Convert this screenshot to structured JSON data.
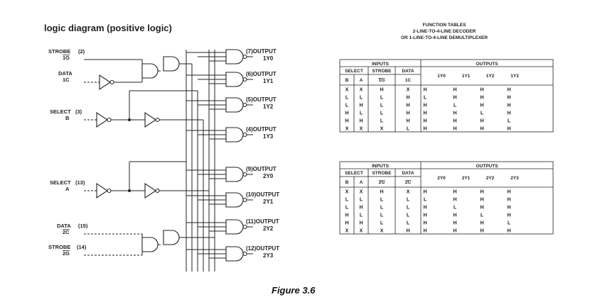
{
  "header": "logic diagram (positive logic)",
  "figure_caption": "Figure 3.6",
  "inputs": {
    "strobe1": {
      "name": "STROBE",
      "pin": "(2)",
      "sig": "1G"
    },
    "data1": {
      "name": "DATA",
      "sig": "1C"
    },
    "selectB": {
      "name": "SELECT",
      "pin": "(3)",
      "sig": "B"
    },
    "selectA": {
      "name": "SELECT",
      "pin": "(13)",
      "sig": "A"
    },
    "data2": {
      "name": "DATA",
      "pin": "(15)",
      "sig": "2C"
    },
    "strobe2": {
      "name": "STROBE",
      "pin": "(14)",
      "sig": "2G"
    }
  },
  "outputs": [
    {
      "pin": "(7)",
      "label": "OUTPUT",
      "sig": "1Y0"
    },
    {
      "pin": "(6)",
      "label": "OUTPUT",
      "sig": "1Y1"
    },
    {
      "pin": "(5)",
      "label": "OUTPUT",
      "sig": "1Y2"
    },
    {
      "pin": "(4)",
      "label": "OUTPUT",
      "sig": "1Y3"
    },
    {
      "pin": "(9)",
      "label": "OUTPUT",
      "sig": "2Y0"
    },
    {
      "pin": "(10)",
      "label": "OUTPUT",
      "sig": "2Y1"
    },
    {
      "pin": "(11)",
      "label": "OUTPUT",
      "sig": "2Y2"
    },
    {
      "pin": "(12)",
      "label": "OUTPUT",
      "sig": "2Y3"
    }
  ],
  "function_tables": {
    "title_lines": [
      "FUNCTION TABLES",
      "2-LINE-TO-4-LINE DECODER",
      "OR 1-LINE-TO-4-LINE DEMULTIPLEXER"
    ],
    "group_inputs": "INPUTS",
    "group_outputs": "OUTPUTS",
    "select": "SELECT",
    "strobe": "STROBE",
    "data": "DATA",
    "b": "B",
    "a": "A",
    "tables": [
      {
        "strobe_sig": "1G",
        "data_sig": "1C",
        "out_heads": [
          "1Y0",
          "1Y1",
          "1Y2",
          "1Y3"
        ],
        "rows": [
          [
            "X",
            "X",
            "H",
            "X",
            "H",
            "H",
            "H",
            "H"
          ],
          [
            "L",
            "L",
            "L",
            "H",
            "L",
            "H",
            "H",
            "H"
          ],
          [
            "L",
            "H",
            "L",
            "H",
            "H",
            "L",
            "H",
            "H"
          ],
          [
            "H",
            "L",
            "L",
            "H",
            "H",
            "H",
            "L",
            "H"
          ],
          [
            "H",
            "H",
            "L",
            "H",
            "H",
            "H",
            "H",
            "L"
          ],
          [
            "X",
            "X",
            "X",
            "L",
            "H",
            "H",
            "H",
            "H"
          ]
        ]
      },
      {
        "strobe_sig": "2G",
        "data_sig": "2C",
        "out_heads": [
          "2Y0",
          "2Y1",
          "2Y2",
          "2Y3"
        ],
        "rows": [
          [
            "X",
            "X",
            "H",
            "X",
            "H",
            "H",
            "H",
            "H"
          ],
          [
            "L",
            "L",
            "L",
            "L",
            "L",
            "H",
            "H",
            "H"
          ],
          [
            "L",
            "H",
            "L",
            "L",
            "H",
            "L",
            "H",
            "H"
          ],
          [
            "H",
            "L",
            "L",
            "L",
            "H",
            "H",
            "L",
            "H"
          ],
          [
            "H",
            "H",
            "L",
            "L",
            "H",
            "H",
            "H",
            "L"
          ],
          [
            "X",
            "X",
            "X",
            "H",
            "H",
            "H",
            "H",
            "H"
          ]
        ]
      }
    ]
  }
}
